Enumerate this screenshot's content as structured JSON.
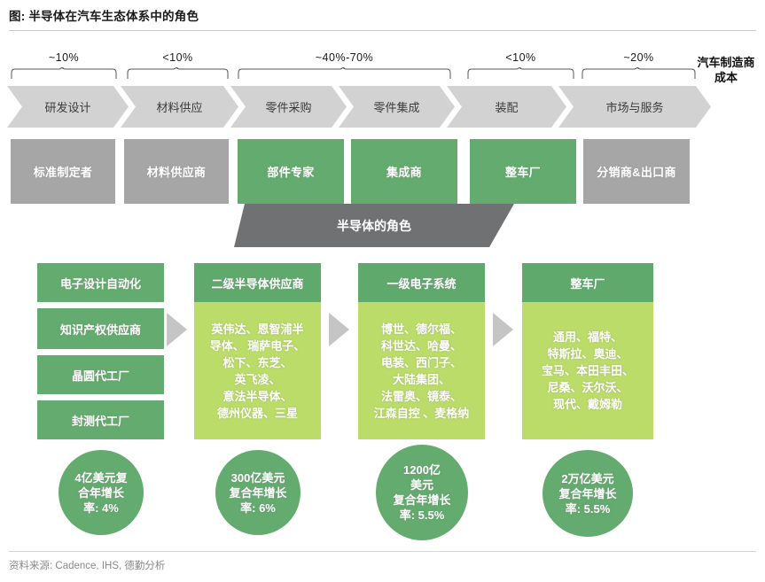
{
  "title": "图: 半导体在汽车生态体系中的角色",
  "cost_label": "汽车制造商\n成本",
  "cost_label_line1": "汽车制造商",
  "cost_label_line2": "成本",
  "colors": {
    "green": "#63AB6E",
    "head_green": "#5FA96C",
    "light_green": "#BCDC6A",
    "grey": "#A6A6A6",
    "chevron_grey": "#D2D2D2",
    "trapezoid_grey": "#6F7173",
    "connector_grey": "#C5C5C5"
  },
  "value_chain": {
    "stages": [
      {
        "label": "研发设计",
        "percent": "~10%",
        "actor": "标准制定者",
        "actor_color": "grey"
      },
      {
        "label": "材料供应",
        "percent": "<10%",
        "actor": "材料供应商",
        "actor_color": "grey"
      },
      {
        "label": "零件采购",
        "percent": "~40%-70%",
        "actor": "部件专家",
        "actor_color": "green"
      },
      {
        "label": "零件集成",
        "percent": "",
        "actor": "集成商",
        "actor_color": "green"
      },
      {
        "label": "装配",
        "percent": "<10%",
        "actor": "整车厂",
        "actor_color": "green"
      },
      {
        "label": "市场与服务",
        "percent": "~20%",
        "actor": "分销商&出口商",
        "actor_color": "grey"
      }
    ],
    "brackets": [
      {
        "label": "~10%"
      },
      {
        "label": "<10%"
      },
      {
        "label": "~40%-70%"
      },
      {
        "label": "<10%"
      },
      {
        "label": "~20%"
      }
    ]
  },
  "semiconductor_role_banner": "半导体的角色",
  "columns": [
    {
      "header": "电子设计自动化",
      "type": "stack",
      "items": [
        "电子设计自动化",
        "知识产权供应商",
        "晶圆代工厂",
        "封测代工厂"
      ],
      "metric": "4亿美元复\n合年增长\n率: 4%",
      "metric_lines": [
        "4亿美元复",
        "合年增长",
        "率: 4%"
      ]
    },
    {
      "header": "二级半导体供应商",
      "type": "list",
      "body_lines": [
        "英伟达、恩智浦半",
        "导体、 瑞萨电子、",
        "松下、东芝、",
        "英飞凌、",
        "意法半导体、",
        "德州仪器、三星"
      ],
      "metric_lines": [
        "300亿美元",
        "复合年增长",
        "率: 6%"
      ]
    },
    {
      "header": "一级电子系统",
      "type": "list",
      "body_lines": [
        "博世、德尔福、",
        "科世达、哈曼、",
        "电装、西门子、",
        "大陆集团、",
        "法雷奥、镜泰、",
        "江森自控 、麦格纳"
      ],
      "metric_lines": [
        "1200亿",
        "美元",
        "复合年增长",
        "率: 5.5%"
      ]
    },
    {
      "header": "整车厂",
      "type": "list",
      "body_lines": [
        "通用、福特、",
        "特斯拉、奥迪、",
        "宝马、本田丰田、",
        "尼桑、沃尔沃、",
        "现代、戴姆勒"
      ],
      "metric_lines": [
        "2万亿美元",
        "复合年增长",
        "率: 5.5%"
      ]
    }
  ],
  "source": "资料来源: Cadence, IHS, 德勤分析"
}
